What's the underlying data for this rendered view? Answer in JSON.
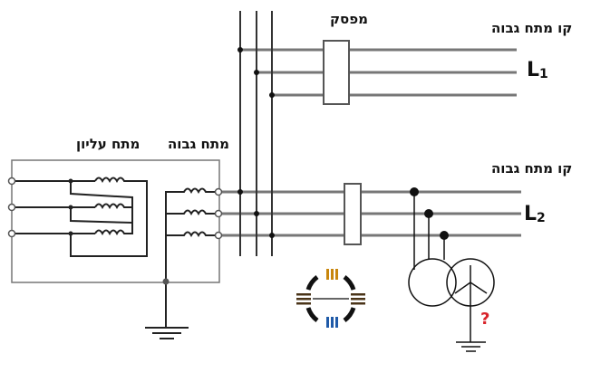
{
  "labels": {
    "line_top": "קו מתח גבוה",
    "line_bottom": "קו מתח גבוה",
    "breaker": "מפסק",
    "high_voltage": "מתח גבוה",
    "extra_high_voltage": "מתח עליון",
    "l1_letter": "L",
    "l1_index": "1",
    "l2_letter": "L",
    "l2_index": "2",
    "question": "?"
  },
  "colors": {
    "question": "#d8232a",
    "logo_orange": "#c8860d",
    "logo_blue": "#1f5aa8",
    "logo_brown": "#4a3418"
  }
}
